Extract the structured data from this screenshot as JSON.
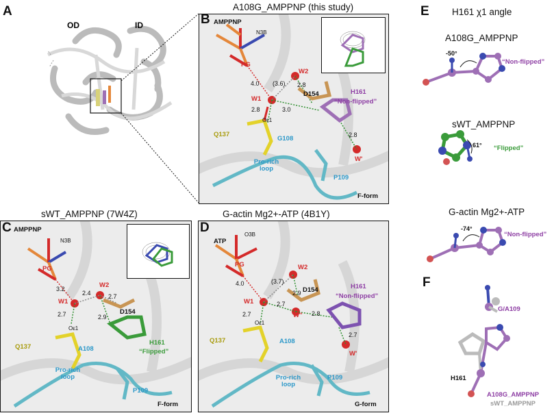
{
  "figure": {
    "panel_a": {
      "letter": "A",
      "od_label": "OD",
      "id_label": "ID"
    },
    "panel_b": {
      "letter": "B",
      "title": "A108G_AMPPNP (this study)",
      "labels": {
        "ligand": "AMPPNP",
        "n3b": "N3B",
        "pg": "PG",
        "w1": "W1",
        "w2": "W2",
        "wprime": "W'",
        "d154": "D154",
        "h161": "H161",
        "h161_state": "“Non-flipped”",
        "q137": "Q137",
        "oe1": "Oε1",
        "g108": "G108",
        "loop": "Pro-rich loop",
        "p109": "P109",
        "form": "F-form"
      },
      "distances": [
        "4.0",
        "(3.6)",
        "2.8",
        "2.8",
        "3.0",
        "2.8"
      ]
    },
    "panel_c": {
      "letter": "C",
      "title": "sWT_AMPPNP (7W4Z)",
      "labels": {
        "ligand": "AMPPNP",
        "n3b": "N3B",
        "pg": "PG",
        "w1": "W1",
        "w2": "W2",
        "d154": "D154",
        "h161": "H161",
        "h161_state": "“Flipped”",
        "q137": "Q137",
        "oe1": "Oε1",
        "a108": "A108",
        "loop": "Pro-rich loop",
        "p109": "P109",
        "form": "F-form"
      },
      "distances": [
        "3.2",
        "2.4",
        "2.7",
        "2.7",
        "2.9"
      ]
    },
    "panel_d": {
      "letter": "D",
      "title": "G-actin Mg2+-ATP (4B1Y)",
      "labels": {
        "ligand": "ATP",
        "o3b": "O3B",
        "pg": "PG",
        "w1": "W1",
        "w2": "W2",
        "wdoubleprime": "W''",
        "wprime": "W'",
        "d154": "D154",
        "h161": "H161",
        "h161_state": "“Non-flipped”",
        "q137": "Q137",
        "oe1": "Oε1",
        "a108": "A108",
        "loop": "Pro-rich loop",
        "p109": "P109",
        "form": "G-form"
      },
      "distances": [
        "4.0",
        "(3.7)",
        "2.9",
        "2.7",
        "2.7",
        "2.8",
        "2.7"
      ]
    },
    "panel_e": {
      "letter": "E",
      "title": "H161 χ1 angle",
      "rows": [
        {
          "name": "A108G_AMPPNP",
          "angle": "-50°",
          "state": "“Non-flipped”",
          "color": "#8e3fa4"
        },
        {
          "name": "sWT_AMPPNP",
          "angle": "61°",
          "state": "“Flipped”",
          "color": "#3a9b3a"
        },
        {
          "name": "G-actin Mg2+-ATP",
          "angle": "-74°",
          "state": "“Non-flipped”",
          "color": "#8e3fa4"
        }
      ]
    },
    "panel_f": {
      "letter": "F",
      "residue_109": "G/A109",
      "residue_161": "H161",
      "legend_1": "A108G_AMPPNP",
      "legend_2": "sWT_AMPPNP"
    }
  }
}
